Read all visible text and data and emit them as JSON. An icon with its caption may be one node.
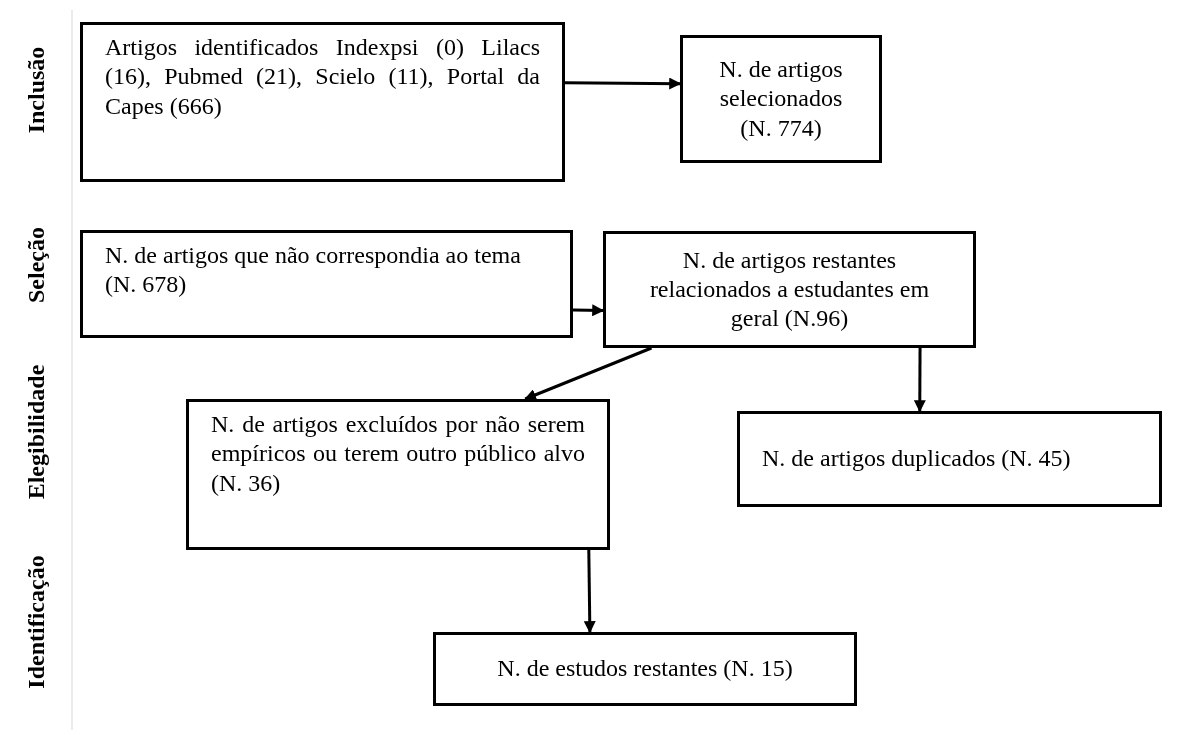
{
  "diagram": {
    "nodes": [
      {
        "text": [
          "Artigos identificados Indexpsi (0) Lilacs (16), Pubmed (21), Scielo (11), Portal da Capes (666)"
        ]
      },
      {
        "text": [
          "N. de artigos selecionados (N. 774)"
        ]
      },
      {
        "text": [
          "N. de artigos que não correspondia ao tema (N. 678)"
        ]
      },
      {
        "text": [
          "N. de artigos restantes relacionados a estudantes em geral (N.96)"
        ]
      },
      {
        "text": [
          "N. de artigos excluídos por não serem empíricos ou terem outro público alvo (N. 36)"
        ]
      },
      {
        "text": [
          "N. de artigos duplicados (N. 45)"
        ]
      },
      {
        "text": [
          "N. de estudos restantes (N. 15)"
        ]
      }
    ],
    "edges": [
      {
        "from": 0,
        "to": 1,
        "arrow": "to"
      },
      {
        "from": 2,
        "to": 3,
        "arrow": "to"
      },
      {
        "from": 3,
        "to": 4,
        "arrow": "to"
      },
      {
        "from": 3,
        "to": 5,
        "arrow": "to"
      },
      {
        "from": 4,
        "to": 6,
        "arrow": "to"
      }
    ],
    "labels": [
      "Inclusão",
      "Seleção",
      "Elegibilidade",
      "Identificação"
    ]
  }
}
